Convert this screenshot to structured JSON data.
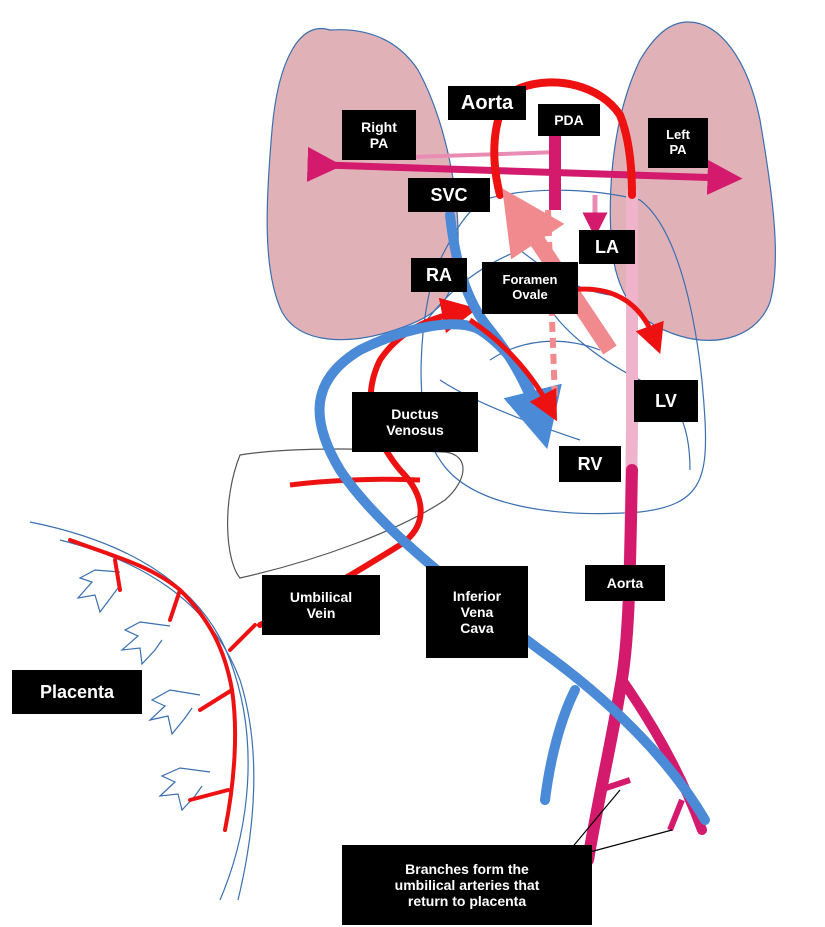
{
  "colors": {
    "lung_fill": "#e0b2b8",
    "outline": "#3a6fb0",
    "oxygenated": "#ee1111",
    "deoxygenated": "#4a8ad6",
    "mixed": "#d31a6c",
    "foramen_arrow": "#f08a8e",
    "aorta_light": "#efb4cc",
    "label_bg": "#000000",
    "label_text": "#ffffff"
  },
  "labels": {
    "aorta_top": "Aorta",
    "pda": "PDA",
    "right_pa": "Right\nPA",
    "left_pa": "Left\nPA",
    "svc": "SVC",
    "la": "LA",
    "ra": "RA",
    "foramen_ovale": "Foramen\nOvale",
    "lv": "LV",
    "ductus_venosus": "Ductus\nVenosus",
    "rv": "RV",
    "umbilical_vein": "Umbilical\nVein",
    "inferior_vena_cava": "Inferior\nVena\nCava",
    "aorta_bottom": "Aorta",
    "placenta": "Placenta",
    "branches_note": "Branches form the\numbilical arteries that\nreturn to placenta"
  }
}
